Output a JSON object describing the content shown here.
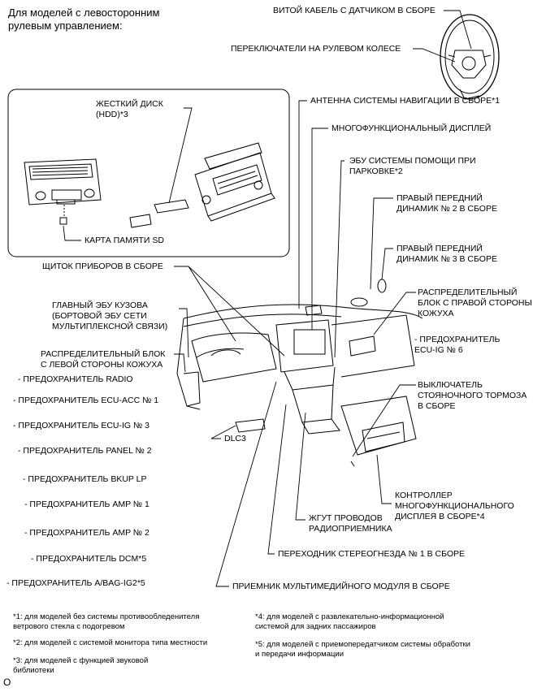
{
  "header": "Для моделей с левосторонним\nрулевым управлением:",
  "labels": {
    "spiral_cable": "ВИТОЙ КАБЕЛЬ С ДАТЧИКОМ В СБОРЕ",
    "steering_switches": "ПЕРЕКЛЮЧАТЕЛИ НА РУЛЕВОМ КОЛЕСЕ",
    "hdd": "ЖЕСТКИЙ ДИСК\n(HDD)*3",
    "sd_card": "КАРТА ПАМЯТИ SD",
    "nav_antenna": "АНТЕННА СИСТЕМЫ НАВИГАЦИИ В СБОРЕ*1",
    "multi_display": "МНОГОФУНКЦИОНАЛЬНЫЙ ДИСПЛЕЙ",
    "parking_ecu": "ЭБУ СИСТЕМЫ ПОМОЩИ ПРИ\nПАРКОВКЕ*2",
    "front_speaker_2": "ПРАВЫЙ ПЕРЕДНИЙ\nДИНАМИК № 2 В СБОРЕ",
    "front_speaker_3": "ПРАВЫЙ ПЕРЕДНИЙ\nДИНАМИК № 3 В СБОРЕ",
    "instrument_panel": "ЩИТОК ПРИБОРОВ В СБОРЕ",
    "right_junction": "РАСПРЕДЕЛИТЕЛЬНЫЙ\nБЛОК С ПРАВОЙ СТОРОНЫ\nКОЖУХА",
    "fuse_ecu_ig6": "- ПРЕДОХРАНИТЕЛЬ\nECU-IG № 6",
    "main_body_ecu": "ГЛАВНЫЙ ЭБУ КУЗОВА\n(БОРТОВОЙ ЭБУ СЕТИ\nМУЛЬТИПЛЕКСНОЙ СВЯЗИ)",
    "left_junction": "РАСПРЕДЕЛИТЕЛЬНЫЙ БЛОК\nС ЛЕВОЙ СТОРОНЫ КОЖУХА",
    "parking_brake": "ВЫКЛЮЧАТЕЛЬ\nСТОЯНОЧНОГО ТОРМОЗА\nВ СБОРЕ",
    "dlc3": "DLC3",
    "display_controller": "КОНТРОЛЛЕР\nМНОГОФУНКЦИОНАЛЬНОГО\nДИСПЛЕЯ В СБОРЕ*4",
    "radio_harness": "ЖГУТ ПРОВОДОВ\nРАДИОПРИЕМНИКА",
    "stereo_adapter": "ПЕРЕХОДНИК СТЕРЕОГНЕЗДА № 1 В СБОРЕ",
    "media_receiver": "ПРИЕМНИК МУЛЬТИМЕДИЙНОГО МОДУЛЯ В СБОРЕ"
  },
  "fuses": [
    "- ПРЕДОХРАНИТЕЛЬ RADIO",
    "- ПРЕДОХРАНИТЕЛЬ ECU-ACC № 1",
    "- ПРЕДОХРАНИТЕЛЬ ECU-IG № 3",
    "- ПРЕДОХРАНИТЕЛЬ PANEL № 2",
    "- ПРЕДОХРАНИТЕЛЬ BKUP LP",
    "- ПРЕДОХРАНИТЕЛЬ AMP № 1",
    "- ПРЕДОХРАНИТЕЛЬ AMP № 2",
    "- ПРЕДОХРАНИТЕЛЬ DCM*5",
    "- ПРЕДОХРАНИТЕЛЬ A/BAG-IG2*5"
  ],
  "footnotes": {
    "n1": "*1: для моделей без системы противообледенителя\nветрового стекла с подогревом",
    "n2": "*2: для моделей с системой монитора типа местности",
    "n3": "*3: для моделей с функцией звуковой\nбиблиотеки",
    "n4": "*4: для моделей с развлекательно-информационной\nсистемой для задних пассажиров",
    "n5": "*5: для моделей с приемопередатчиком системы обработки\nи передачи информации"
  },
  "corner_mark": "O"
}
